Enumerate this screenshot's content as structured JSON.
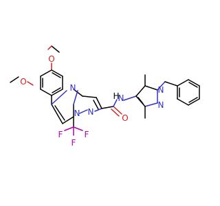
{
  "molecule": {
    "atom_labels": {
      "n_ring_upper": "N",
      "n_ring_bridge": "N",
      "n_ring_pyrazole": "N",
      "n_amide": "N",
      "h_amide": "H",
      "o_amide": "O",
      "o_methoxy_top": "O",
      "o_methoxy_side": "O",
      "f_left": "F",
      "f_center": "F",
      "f_right": "F",
      "n_pyrazole_2": "N",
      "n_pyrazole_1": "N"
    },
    "colors": {
      "carbon_bond": "#000000",
      "nitrogen": "#3030c8",
      "oxygen": "#d02020",
      "fluorine": "#b000b0"
    }
  }
}
